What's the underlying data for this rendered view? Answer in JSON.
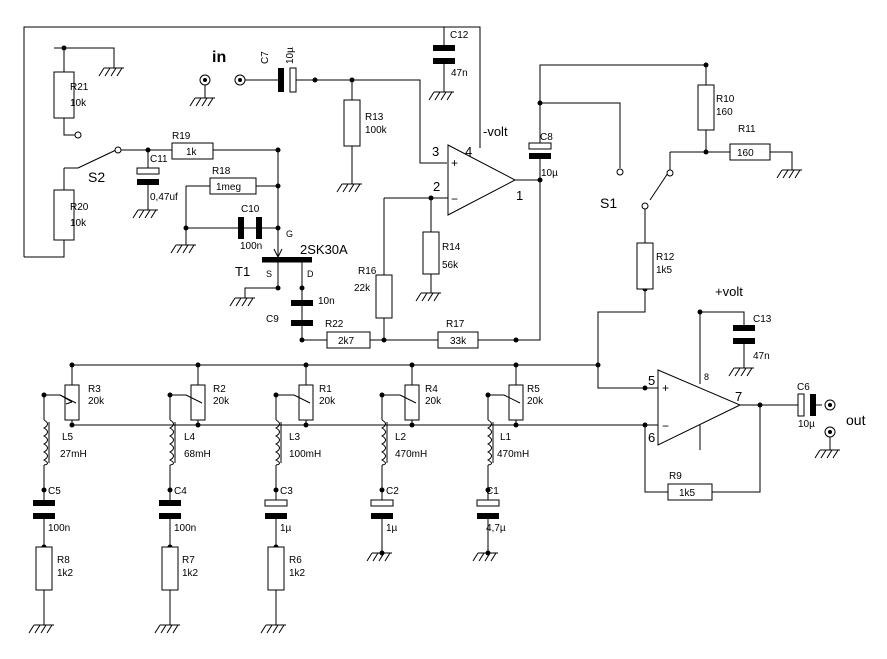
{
  "labels": {
    "in": "in",
    "out": "out",
    "s1": "S1",
    "s2": "S2",
    "t1": "T1",
    "fet": "2SK30A",
    "g": "G",
    "s": "S",
    "d": "D",
    "minus_volt": "-volt",
    "plus_volt": "+volt",
    "u1_p3": "3",
    "u1_p4": "4",
    "u1_p2": "2",
    "u1_p1": "1",
    "u2_p5": "5",
    "u2_p6": "6",
    "u2_p7": "7",
    "u2_p8": "8",
    "plus": "+",
    "minus": "−"
  },
  "resistors": {
    "r21": {
      "ref": "R21",
      "val": "10k"
    },
    "r20": {
      "ref": "R20",
      "val": "10k"
    },
    "r19": {
      "ref": "R19",
      "val": "1k"
    },
    "r18": {
      "ref": "R18",
      "val": "1meg"
    },
    "r13": {
      "ref": "R13",
      "val": "100k"
    },
    "r14": {
      "ref": "R14",
      "val": "56k"
    },
    "r16": {
      "ref": "R16",
      "val": "22k"
    },
    "r17": {
      "ref": "R17",
      "val": "33k"
    },
    "r22": {
      "ref": "R22",
      "val": "2k7"
    },
    "r10": {
      "ref": "R10",
      "val": "160"
    },
    "r11": {
      "ref": "R11",
      "val": "160"
    },
    "r12": {
      "ref": "R12",
      "val": "1k5"
    },
    "r9": {
      "ref": "R9",
      "val": "1k5"
    },
    "r8": {
      "ref": "R8",
      "val": "1k2"
    },
    "r7": {
      "ref": "R7",
      "val": "1k2"
    },
    "r6": {
      "ref": "R6",
      "val": "1k2"
    }
  },
  "pots": {
    "r3": {
      "ref": "R3",
      "val": "20k"
    },
    "r2": {
      "ref": "R2",
      "val": "20k"
    },
    "r1": {
      "ref": "R1",
      "val": "20k"
    },
    "r4": {
      "ref": "R4",
      "val": "20k"
    },
    "r5": {
      "ref": "R5",
      "val": "20k"
    }
  },
  "capacitors": {
    "c12": {
      "ref": "C12",
      "val": "47n"
    },
    "c7": {
      "ref": "C7",
      "val": "10µ"
    },
    "c11": {
      "ref": "C11",
      "val": "0,47uf"
    },
    "c10": {
      "ref": "C10",
      "val": "100n"
    },
    "c9": {
      "ref": "C9",
      "val": "10n"
    },
    "c8": {
      "ref": "C8",
      "val": "10µ"
    },
    "c13": {
      "ref": "C13",
      "val": "47n"
    },
    "c6": {
      "ref": "C6",
      "val": "10µ"
    },
    "c5": {
      "ref": "C5",
      "val": "100n"
    },
    "c4": {
      "ref": "C4",
      "val": "100n"
    },
    "c3": {
      "ref": "C3",
      "val": "1µ"
    },
    "c2": {
      "ref": "C2",
      "val": "1µ"
    },
    "c1": {
      "ref": "C1",
      "val": "4,7µ"
    }
  },
  "inductors": {
    "l5": {
      "ref": "L5",
      "val": "27mH"
    },
    "l4": {
      "ref": "L4",
      "val": "68mH"
    },
    "l3": {
      "ref": "L3",
      "val": "100mH"
    },
    "l2": {
      "ref": "L2",
      "val": "470mH"
    },
    "l1": {
      "ref": "L1",
      "val": "470mH"
    }
  }
}
